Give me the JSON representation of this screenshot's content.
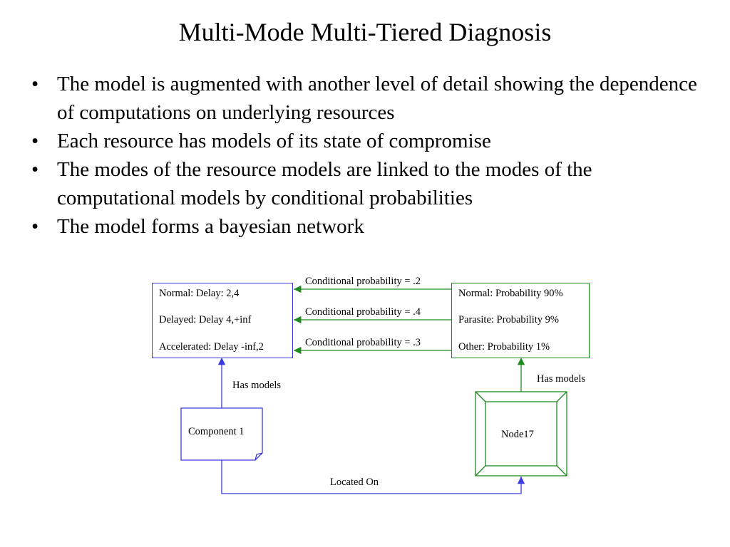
{
  "slide": {
    "title": "Multi-Mode Multi-Tiered Diagnosis",
    "bullets": [
      "The model is augmented with another level of detail showing the dependence of computations on underlying resources",
      "Each resource has models of its state of compromise",
      "The modes of the resource models are linked to the modes of the computational models by conditional probabilities",
      "The model forms a bayesian network"
    ],
    "bullet_symbol": "•"
  },
  "diagram": {
    "component_modes": [
      "Normal: Delay: 2,4",
      "Delayed: Delay 4,+inf",
      "Accelerated: Delay -inf,2"
    ],
    "resource_modes": [
      "Normal: Probability 90%",
      "Parasite: Probability 9%",
      "Other: Probability 1%"
    ],
    "links": [
      "Conditional probability = .2",
      "Conditional probability = .4",
      "Conditional probability = .3"
    ],
    "component_label": "Component 1",
    "node_label": "Node17",
    "has_models_left": "Has models",
    "has_models_right": "Has models",
    "located_on": "Located On",
    "colors": {
      "component": "#3a3ae0",
      "resource": "#1e8a1e"
    }
  }
}
